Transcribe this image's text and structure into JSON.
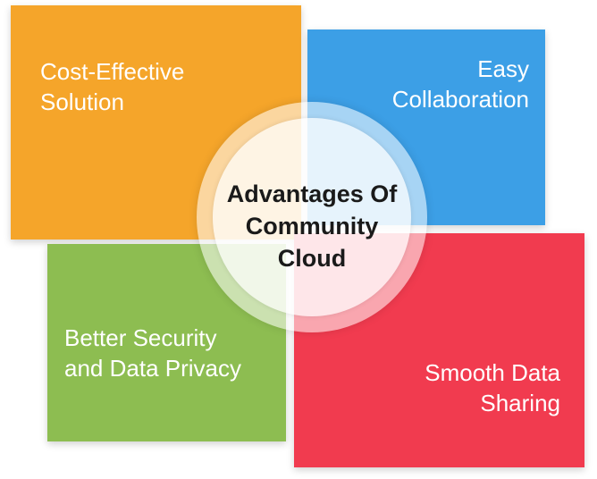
{
  "center": {
    "title": "Advantages Of\nCommunity\nCloud"
  },
  "panels": [
    {
      "id": "tl",
      "label": "Cost-Effective\nSolution",
      "color": "#F5A52A"
    },
    {
      "id": "tr",
      "label": "Easy\nCollaboration",
      "color": "#3C9FE6"
    },
    {
      "id": "bl",
      "label": "Better Security\nand Data Privacy",
      "color": "#8DBD51"
    },
    {
      "id": "br",
      "label": "Smooth Data\nSharing",
      "color": "#F13B4F"
    }
  ]
}
